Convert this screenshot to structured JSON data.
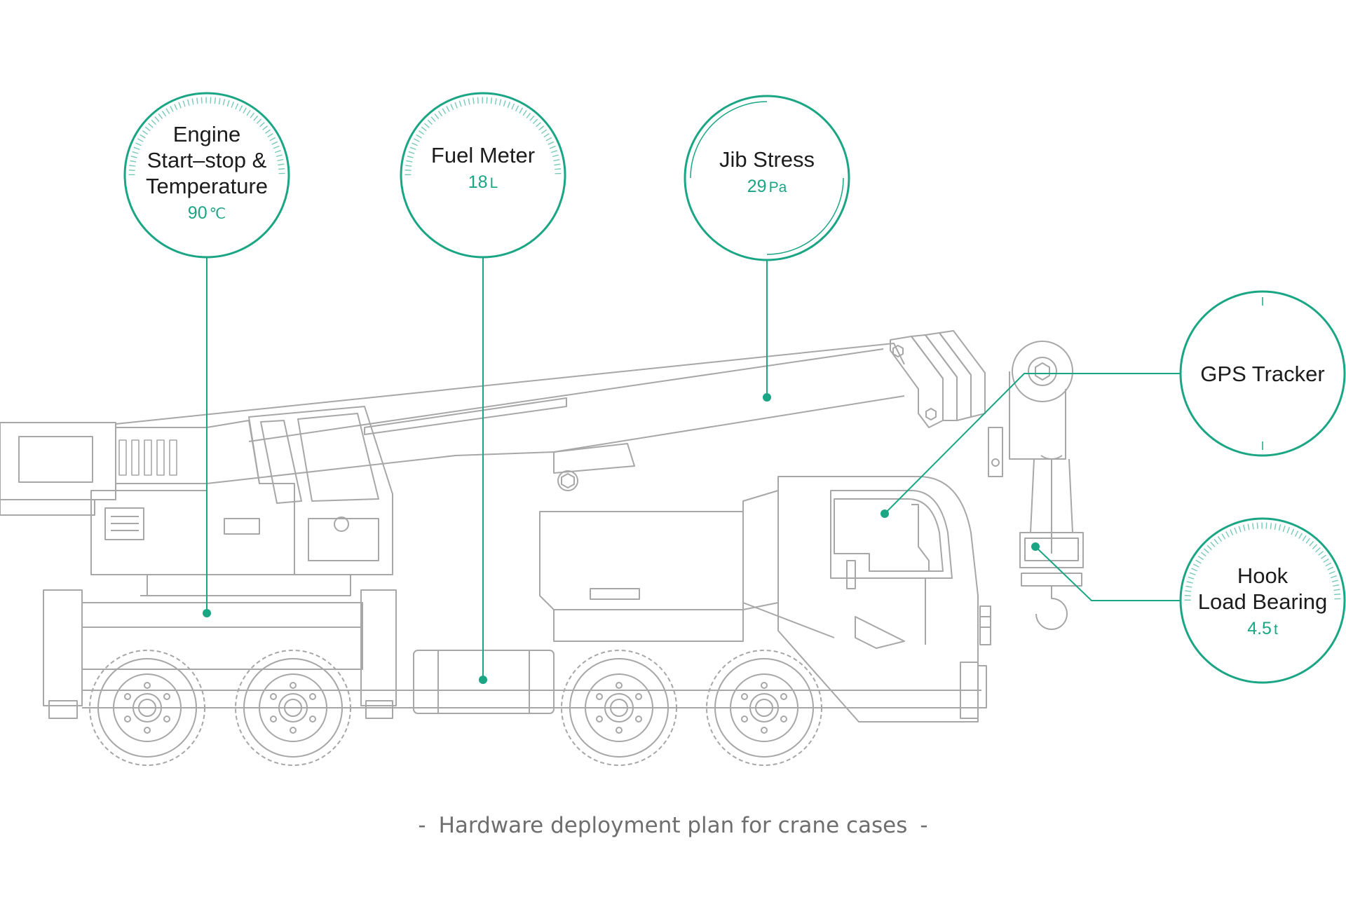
{
  "accent_color": "#1aa584",
  "line_color": "#a7a7a7",
  "caption": "Hardware deployment plan for crane cases",
  "sensors": [
    {
      "id": "engine",
      "title": "Engine\nStart–stop &\nTemperature",
      "value": "90",
      "unit": "℃",
      "ring_style": "ticks-top"
    },
    {
      "id": "fuel",
      "title": "Fuel Meter",
      "value": "18",
      "unit": "L",
      "ring_style": "ticks-top"
    },
    {
      "id": "jib",
      "title": "Jib Stress",
      "value": "29",
      "unit": "Pa",
      "ring_style": "inner-arcs"
    },
    {
      "id": "gps",
      "title": "GPS Tracker",
      "value": "",
      "unit": "",
      "ring_style": "plain"
    },
    {
      "id": "hook",
      "title": "Hook\nLoad Bearing",
      "value": "4.5",
      "unit": "t",
      "ring_style": "ticks-top"
    }
  ]
}
